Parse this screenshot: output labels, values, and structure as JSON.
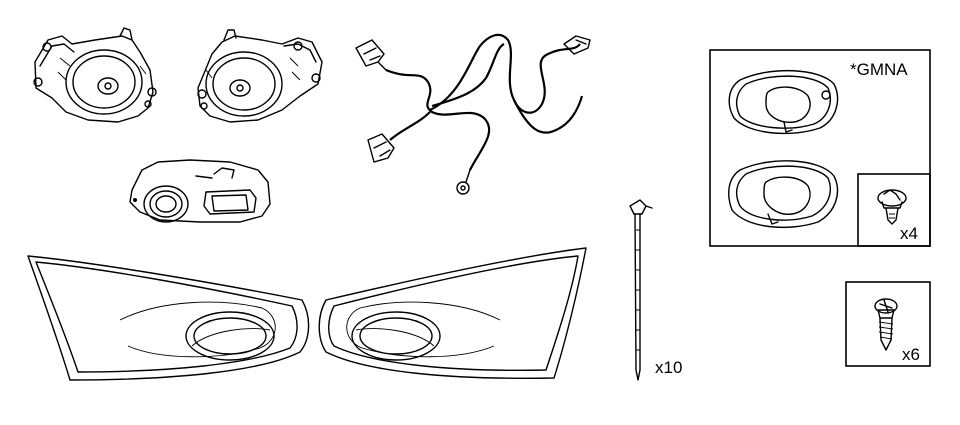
{
  "kit": {
    "optional_note": "*GMNA",
    "push_pin_qty": "x4",
    "screw_qty": "x6",
    "cable_tie_qty": "x10"
  }
}
